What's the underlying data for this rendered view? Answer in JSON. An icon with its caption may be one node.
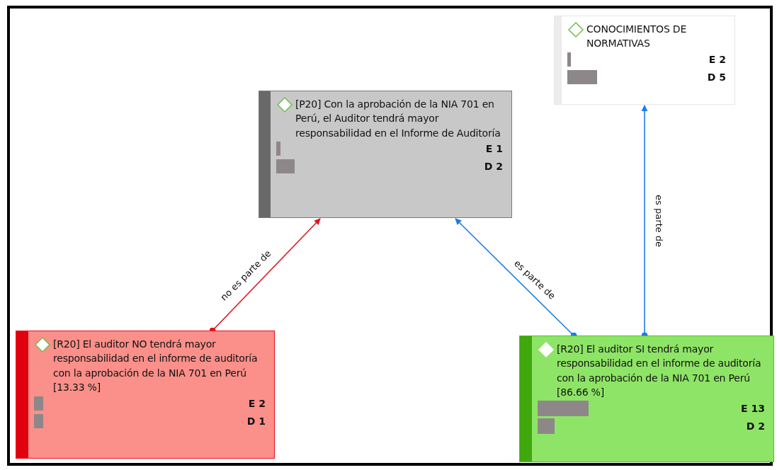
{
  "diagram": {
    "nodes": [
      {
        "text": [
          "CONOCIMIENTOS DE NORMATIVAS",
          "E 2",
          "D 5"
        ]
      },
      {
        "text": [
          "[P20] Con la aprobación de la NIA 701 en Perú, el Auditor tendrá mayor responsabilidad en el Informe de Auditoría",
          "E 1",
          "D 2"
        ]
      },
      {
        "text": [
          "[R20] El auditor NO tendrá mayor responsabilidad en el informe de auditoría con la aprobación de la NIA 701 en Perú [13.33 %]",
          "E 2",
          "D 1"
        ]
      },
      {
        "text": [
          "[R20] El auditor SI tendrá mayor responsabilidad en el informe de auditoría con la aprobación de la NIA 701 en Perú [86.66 %]",
          "E 13",
          "D 2"
        ]
      }
    ],
    "edges": [
      {
        "from": 2,
        "to": 1,
        "arrow": "to",
        "label": "no es parte de",
        "color": "#e0141e"
      },
      {
        "from": 3,
        "to": 1,
        "arrow": "to",
        "label": "es parte de"
      },
      {
        "from": 3,
        "to": 0,
        "arrow": "to",
        "label": "es parte de"
      }
    ]
  }
}
